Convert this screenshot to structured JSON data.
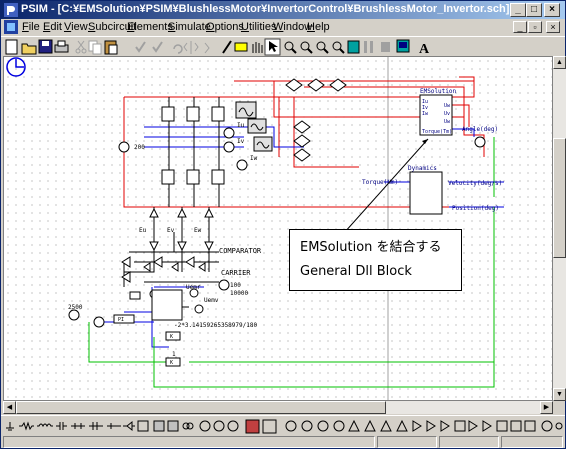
{
  "window": {
    "title": "PSIM - [C:¥EMSolution¥PSIM¥BlushlessMotor¥InvertorControl¥BrushlessMotor_Invertor.sch]",
    "app_icon": "psim-app-icon",
    "buttons": {
      "minimize": "_",
      "maximize": "□",
      "close": "×"
    }
  },
  "menu": {
    "items": [
      {
        "label": "File",
        "key": "F",
        "rest": "ile"
      },
      {
        "label": "Edit",
        "key": "E",
        "rest": "dit"
      },
      {
        "label": "View",
        "key": "V",
        "rest": "iew"
      },
      {
        "label": "Subcircuit",
        "key": "S",
        "rest": "ubcircuit"
      },
      {
        "label": "Elements",
        "key": "E",
        "rest": "lements"
      },
      {
        "label": "Simulate",
        "key": "S",
        "rest": "imulate"
      },
      {
        "label": "Options",
        "key": "O",
        "rest": "ptions"
      },
      {
        "label": "Utilities",
        "key": "U",
        "rest": "tilities"
      },
      {
        "label": "Window",
        "key": "W",
        "rest": "indow"
      },
      {
        "label": "Help",
        "key": "H",
        "rest": "elp"
      }
    ],
    "mdi_buttons": {
      "minimize": "_",
      "restore": "▫",
      "close": "×"
    }
  },
  "toolbar": {
    "tools": [
      "new-icon",
      "open-icon",
      "save-icon",
      "print-icon",
      "cut-icon",
      "copy-icon",
      "paste-icon",
      "check-icon",
      "check-disabled-icon",
      "rotate-icon",
      "mirror-icon",
      "paste-special-icon",
      "wire-icon",
      "label-icon",
      "pan-icon",
      "select-icon",
      "zoom-in-icon",
      "zoom-out-icon",
      "zoom-box-icon",
      "zoom-fit-icon",
      "run-icon",
      "pause-icon",
      "stop-icon",
      "simview-icon",
      "text-icon"
    ]
  },
  "schematic": {
    "labels": {
      "dc_voltage": "200",
      "iu": "Iu",
      "iv": "Iv",
      "iw": "Iw",
      "eu": "Eu",
      "ev": "Ev",
      "ew": "Ew",
      "comparator": "COMPARATOR",
      "carrier": "CARRIER",
      "uemr": "Uemr",
      "uemv": "Uemv",
      "carrier_freq": "10000",
      "carrier_amp": "100",
      "speed_ref": "2500",
      "gain_label": "-2*3.14159265358979/180",
      "k_block1": "K",
      "k_block2": "K",
      "k_value": "1",
      "pi_block": "PI",
      "emsolution_title": "EMSolution",
      "em_in1": "Iu",
      "em_in2": "Iv",
      "em_in3": "Iw",
      "em_out1": "Uw",
      "em_out2": "Uv",
      "em_out3": "Uw",
      "em_torque": "Torque(Tm)",
      "angle": "Angle(deg)",
      "dynamics": "Dynamics",
      "torque_in": "Torque(Nm)",
      "velocity": "Velocity(deg/s)",
      "position": "Position(deg)"
    }
  },
  "callout": {
    "line1": "EMSolution を結合する",
    "line2": "General Dll Block"
  },
  "palette": {
    "items": [
      "ground-icon",
      "resistor-icon",
      "inductor-icon",
      "capacitor-icon",
      "rl-icon",
      "rc-icon",
      "lc-icon",
      "diode-icon",
      "thyristor-icon",
      "mosfet-icon",
      "igbt-icon",
      "transformer-icon",
      "switch-icon",
      "sw-icon",
      "vdc-icon",
      "vsin-icon",
      "isrc-icon",
      "voltmeter-icon",
      "ammeter-icon",
      "probe-icon",
      "current-probe-icon",
      "scope-icon",
      "comparator-icon",
      "opamp-icon",
      "pi-icon",
      "summer-icon",
      "multiplier-icon",
      "gain-icon",
      "gating-icon",
      "on-off-icon",
      "limiter-icon",
      "filter-icon",
      "hold-icon",
      "dll-icon",
      "motor-icon",
      "load-icon",
      "speed-sensor-icon",
      "torque-sensor-icon",
      "tach-icon",
      "encoder-icon"
    ]
  },
  "colors": {
    "title_start": "#0a246a",
    "title_end": "#a6caf0",
    "wire_black": "#000000",
    "wire_red": "#e00000",
    "wire_blue": "#0000e0",
    "wire_green": "#00c000"
  }
}
